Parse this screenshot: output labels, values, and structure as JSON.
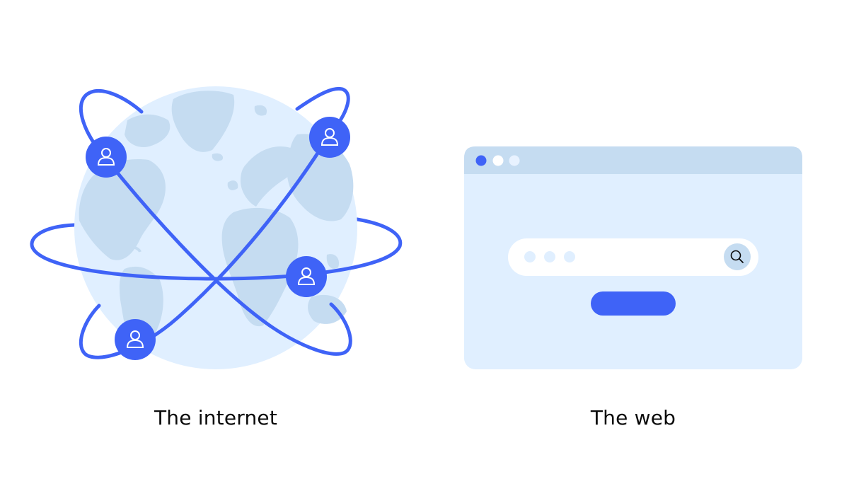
{
  "captions": {
    "internet": "The internet",
    "web": "The web"
  },
  "icons": {
    "globe": "globe-illustration",
    "user": "user-icon",
    "search": "search-icon"
  },
  "colors": {
    "background": "#ffffff",
    "globe_ocean": "#e0efff",
    "globe_land": "#c5dcf1",
    "accent_blue": "#3f63f7",
    "browser_body": "#e0efff",
    "browser_bar": "#c5dcf1",
    "search_field": "#ffffff",
    "caption_text": "#0a0a0a"
  }
}
